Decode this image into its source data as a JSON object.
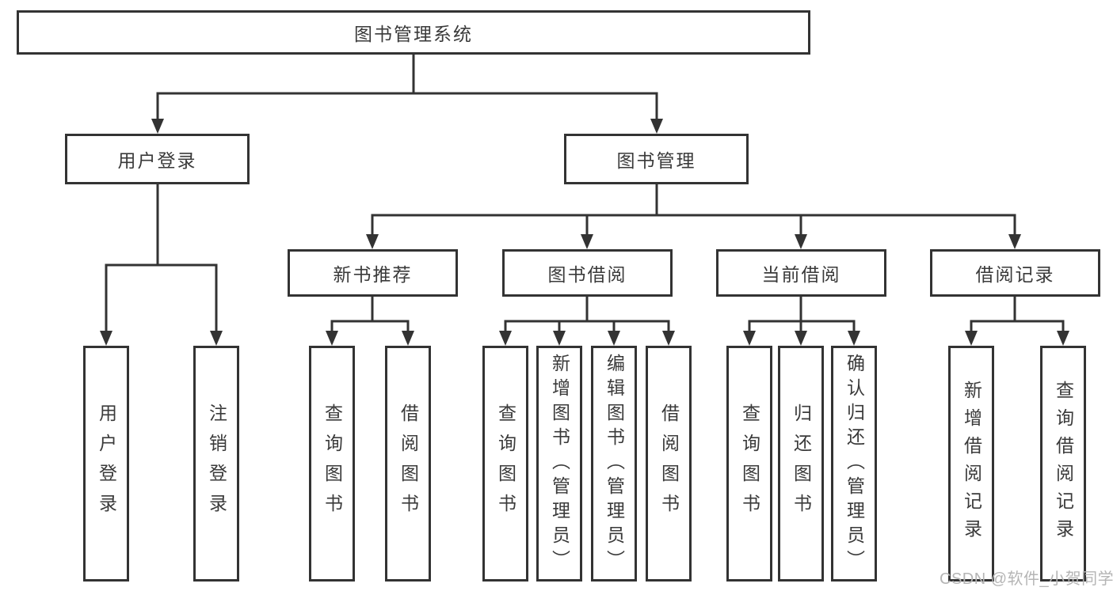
{
  "title": "图书管理系统",
  "level2": [
    {
      "label": "用户登录"
    },
    {
      "label": "图书管理"
    }
  ],
  "level3": [
    {
      "label": "新书推荐",
      "parent": "图书管理"
    },
    {
      "label": "图书借阅",
      "parent": "图书管理"
    },
    {
      "label": "当前借阅",
      "parent": "图书管理"
    },
    {
      "label": "借阅记录",
      "parent": "图书管理"
    }
  ],
  "leaves": [
    {
      "label": "用户登录",
      "parent": "用户登录"
    },
    {
      "label": "注销登录",
      "parent": "用户登录"
    },
    {
      "label": "查询图书",
      "parent": "新书推荐"
    },
    {
      "label": "借阅图书",
      "parent": "新书推荐"
    },
    {
      "label": "查询图书",
      "parent": "图书借阅"
    },
    {
      "label": "新增图书（管理员）",
      "parent": "图书借阅"
    },
    {
      "label": "编辑图书（管理员）",
      "parent": "图书借阅"
    },
    {
      "label": "借阅图书",
      "parent": "图书借阅"
    },
    {
      "label": "查询图书",
      "parent": "当前借阅"
    },
    {
      "label": "归还图书",
      "parent": "当前借阅"
    },
    {
      "label": "确认归还（管理员）",
      "parent": "当前借阅"
    },
    {
      "label": "新增借阅记录",
      "parent": "借阅记录"
    },
    {
      "label": "查询借阅记录",
      "parent": "借阅记录"
    }
  ],
  "watermark": "CSDN @软件_小贺同学",
  "colors": {
    "line": "#333333",
    "text": "#3a3a3a",
    "watermark": "#b5b5b5",
    "background": "#ffffff"
  }
}
